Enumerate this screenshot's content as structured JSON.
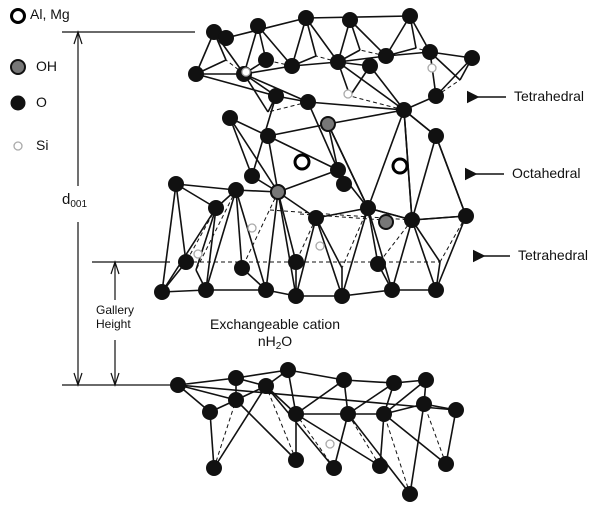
{
  "legend": {
    "items": [
      {
        "label": "Al, Mg",
        "icon": "ring-atom-icon"
      },
      {
        "label": "OH",
        "icon": "grey-atom-icon"
      },
      {
        "label": "O",
        "icon": "black-atom-icon"
      },
      {
        "label": "Si",
        "icon": "small-ring-atom-icon"
      }
    ]
  },
  "labels": {
    "tetrahedral_top": "Tetrahedral",
    "octahedral": "Octahedral",
    "tetrahedral_bottom": "Tetrahedral",
    "d_spacing_main": "d",
    "d_spacing_sub": "001",
    "gallery_height_line1": "Gallery",
    "gallery_height_line2": "Height",
    "cation_line1": "Exchangeable cation",
    "water_prefix": "nH",
    "water_sub": "2",
    "water_suffix": "O"
  },
  "colors": {
    "atom_black": "#111111",
    "atom_grey": "#777777",
    "ring": "#000000",
    "si_ring": "#aaaaaa",
    "line": "#111111"
  }
}
